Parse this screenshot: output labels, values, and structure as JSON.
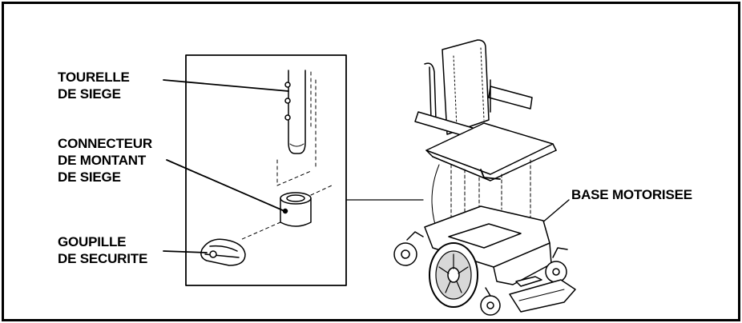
{
  "labels": {
    "seat_turret": [
      "TOURELLE",
      "DE SIEGE"
    ],
    "seat_post_connector": [
      "CONNECTEUR",
      "DE MONTANT",
      "DE SIEGE"
    ],
    "safety_pin": [
      "GOUPILLE",
      "DE SECURITE"
    ],
    "power_base": [
      "BASE MOTORISEE"
    ]
  },
  "colors": {
    "line": "#000000",
    "fill": "#ffffff",
    "shade": "#d8d8d8"
  }
}
